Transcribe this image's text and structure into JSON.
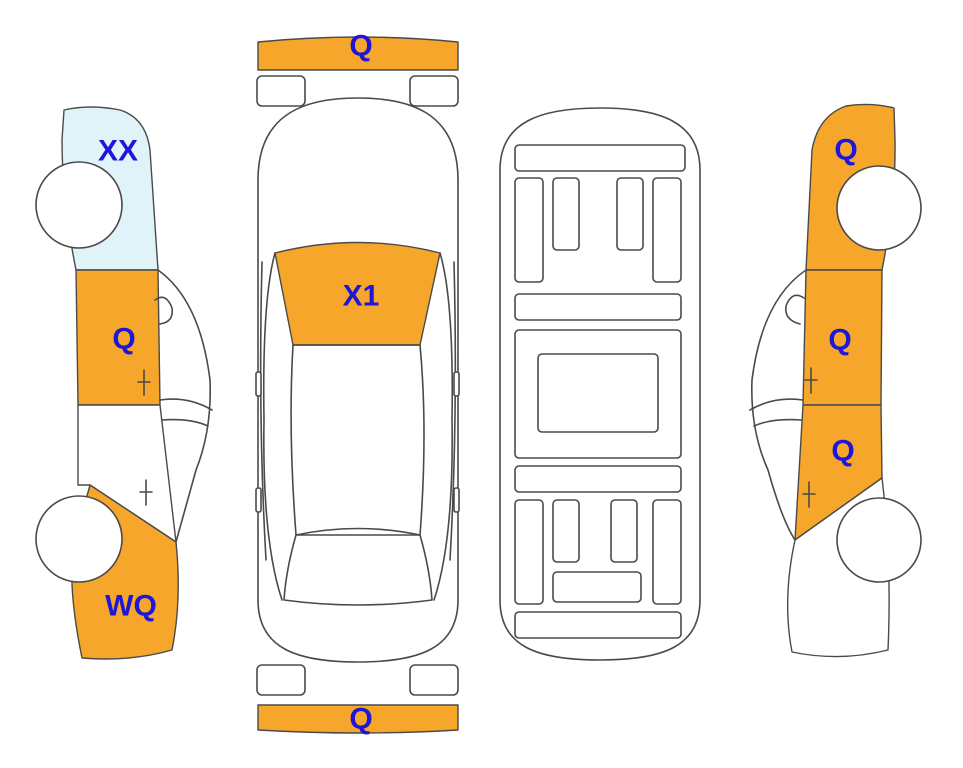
{
  "colors": {
    "damage_fill": "#f5a62b",
    "light_fill": "#dff3f8",
    "outline": "#4a4a4a",
    "code_text": "#1e16d8"
  },
  "codes": {
    "front_bumper": "Q",
    "rear_bumper": "Q",
    "windshield": "X1",
    "left_rear_quarter": "XX",
    "left_rear_door": "Q",
    "left_front_fender": "WQ",
    "right_rear_quarter": "Q",
    "right_rear_door": "Q",
    "right_front_door": "Q"
  }
}
